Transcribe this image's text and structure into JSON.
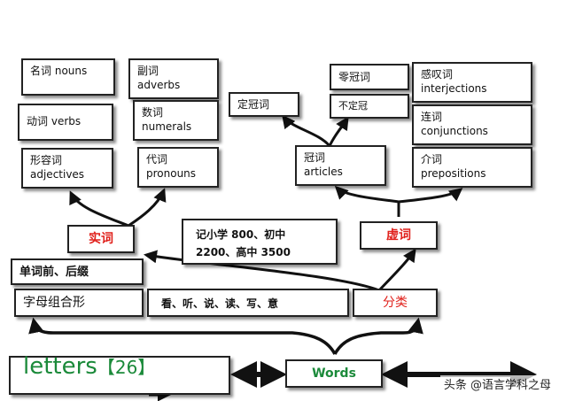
{
  "nodes": {
    "nouns": {
      "zh": "名词",
      "en": "nouns"
    },
    "adverbs": {
      "zh": "副词",
      "en": "adverbs"
    },
    "verbs": {
      "zh": "动词",
      "en": "verbs"
    },
    "numerals": {
      "zh": "数词",
      "en": "numerals"
    },
    "adjectives": {
      "zh": "形容词",
      "en": "adjectives"
    },
    "pronouns": {
      "zh": "代词",
      "en": "pronouns"
    },
    "definite_article": {
      "zh": "定冠词"
    },
    "zero_article": {
      "zh": "零冠词"
    },
    "indefinite_article": {
      "zh": "不定冠"
    },
    "articles": {
      "zh": "冠词",
      "en": "articles"
    },
    "interjections": {
      "zh": "感叹词",
      "en": "interjections"
    },
    "conjunctions": {
      "zh": "连词",
      "en": "conjunctions"
    },
    "prepositions": {
      "zh": "介词",
      "en": "prepositions"
    },
    "content_words": {
      "zh": "实词"
    },
    "function_words": {
      "zh": "虚词"
    },
    "vocab_goal": {
      "line1": "记小学 800、初中",
      "line2": "2200、高中 3500"
    },
    "affixes": {
      "zh": "单词前、后缀"
    },
    "letter_combination": {
      "zh": "字母组合形"
    },
    "skills": {
      "zh": "看、听、说、读、写、意"
    },
    "classification": {
      "zh": "分类"
    },
    "letters": {
      "label": "letters",
      "count": "【26】"
    },
    "words": {
      "label": "Words"
    }
  },
  "watermark": "头条 @语言学科之母",
  "colors": {
    "red": "#e0201b",
    "green": "#1b8a3a",
    "line": "#111111"
  }
}
